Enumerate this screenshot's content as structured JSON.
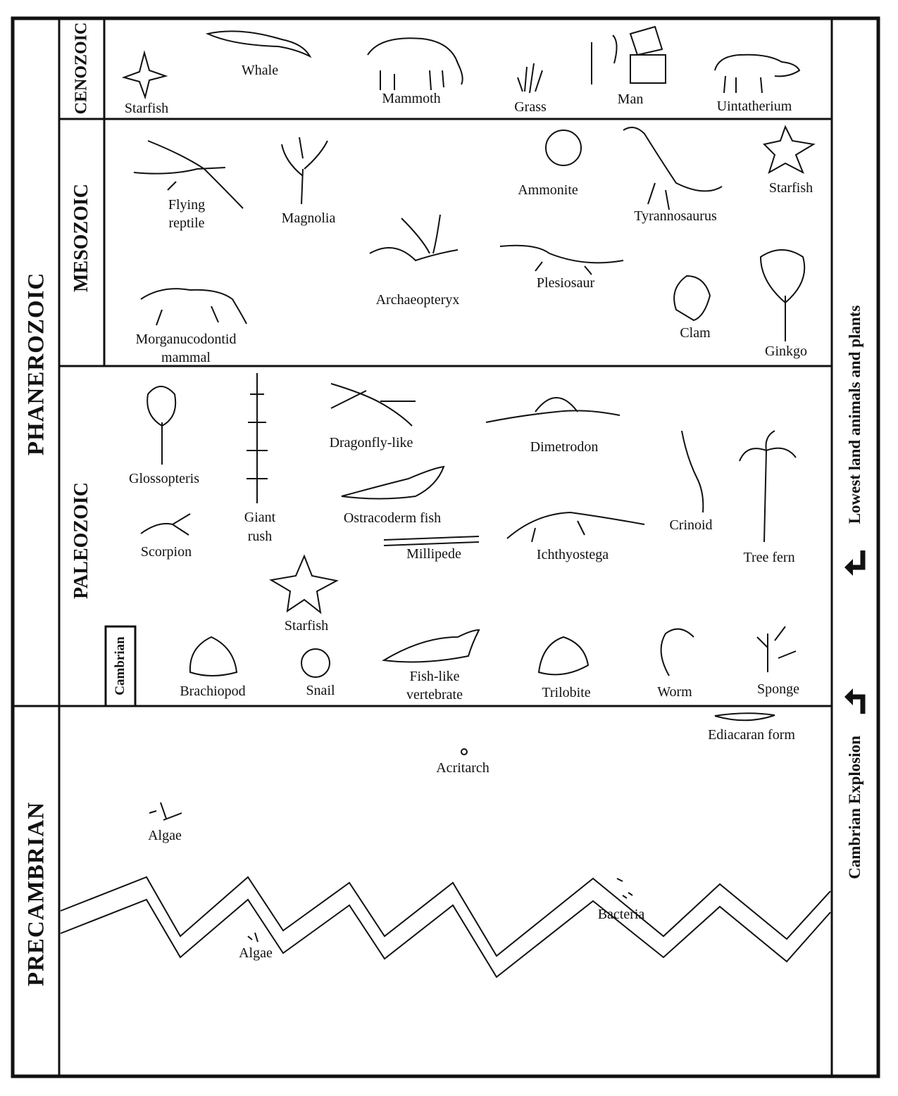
{
  "eons": {
    "phanerozoic": "PHANEROZOIC",
    "precambrian": "PRECAMBRIAN"
  },
  "eras": {
    "cenozoic": "CENOZOIC",
    "mesozoic": "MESOZOIC",
    "paleozoic": "PALEOZOIC",
    "cambrian": "Cambrian"
  },
  "side_labels": {
    "land": "Lowest land animals and plants",
    "explosion": "Cambrian Explosion"
  },
  "organisms": {
    "cenozoic": [
      "Starfish",
      "Whale",
      "Mammoth",
      "Grass",
      "Man",
      "Uintatherium"
    ],
    "mesozoic": [
      "Flying",
      "reptile",
      "Magnolia",
      "Ammonite",
      "Tyrannosaurus",
      "Starfish",
      "Archaeopteryx",
      "Plesiosaur",
      "Clam",
      "Ginkgo",
      "Morganucodontid",
      "mammal"
    ],
    "paleozoic": [
      "Glossopteris",
      "Giant",
      "rush",
      "Dragonfly-like",
      "Dimetrodon",
      "Ostracoderm fish",
      "Millipede",
      "Ichthyostega",
      "Crinoid",
      "Tree fern",
      "Scorpion",
      "Starfish"
    ],
    "cambrian": [
      "Brachiopod",
      "Snail",
      "Fish-like",
      "vertebrate",
      "Trilobite",
      "Worm",
      "Sponge"
    ],
    "precambrian": [
      "Ediacaran form",
      "Acritarch",
      "Algae",
      "Bacteria",
      "Algae"
    ]
  },
  "colors": {
    "ink": "#111111",
    "background": "#ffffff"
  }
}
